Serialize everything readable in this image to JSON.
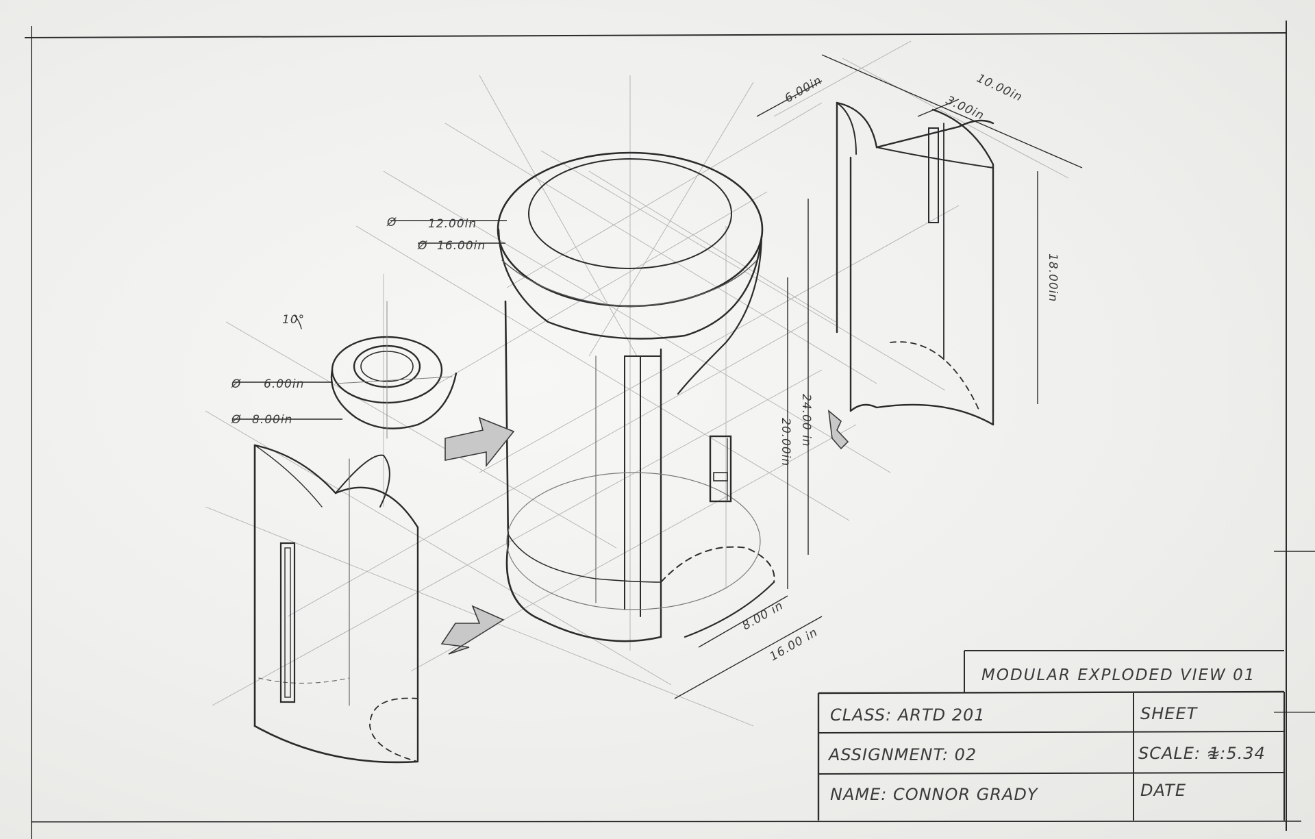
{
  "dimensions": {
    "dia_12": "12.00in",
    "dia_16": "16.00in",
    "dia_6": "6.00in",
    "dia_8": "8.00in",
    "angle": "10°",
    "height_20": "20.00in",
    "height_24": "24.00 in",
    "depth_8": "8.00 in",
    "depth_16": "16.00 in",
    "width_6": "6.00in",
    "width_10": "10.00in",
    "slot_3": "3.00in",
    "height_18": "18.00in",
    "dia_symbol": "Ø"
  },
  "title_block": {
    "title": "MODULAR EXPLODED VIEW 01",
    "class_label": "CLASS: ARTD 201",
    "assignment_label": "ASSIGNMENT: 02",
    "name_label": "NAME: CONNOR GRADY",
    "sheet_label": "SHEET",
    "scale_label": "SCALE: ≈",
    "scale_value": "1:5.34",
    "date_label": "DATE"
  },
  "colors": {
    "paper": "#f2f2f0",
    "pencil_dark": "#2b2b2b",
    "pencil_light": "#9a9a9a"
  }
}
